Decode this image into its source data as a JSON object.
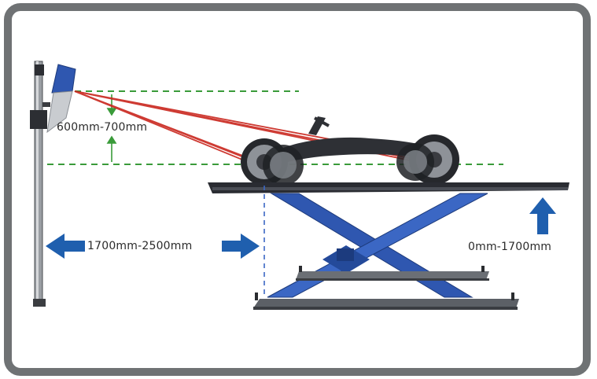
{
  "labels": {
    "camera_height_range": "600mm-700mm",
    "distance_range": "1700mm-2500mm",
    "lift_height_range": "0mm-1700mm"
  },
  "colors": {
    "frame": "#6f7274",
    "background": "#ffffff",
    "guide_green": "#3a9b3a",
    "laser_red": "#c9261d",
    "lift_blue": "#2f57b0",
    "arrow_blue": "#1f5fae",
    "platform": "#2a2c32",
    "base_rail": "#5c6066"
  },
  "icons": {
    "camera": "camera-head-icon",
    "vehicle": "go-kart-icon",
    "left_arrow": "arrow-left-icon",
    "right_arrow": "arrow-right-icon",
    "up_arrow": "arrow-up-icon"
  }
}
